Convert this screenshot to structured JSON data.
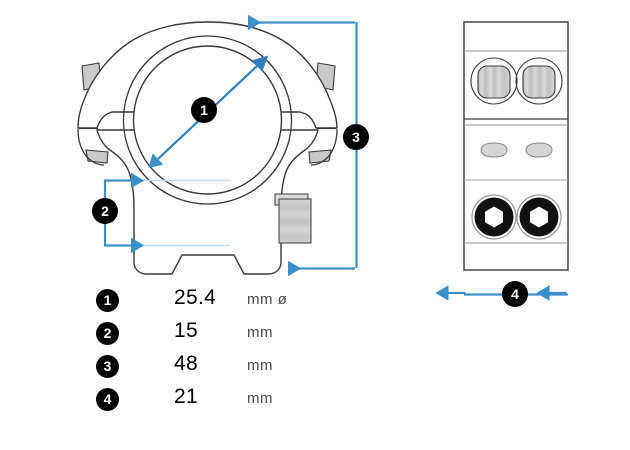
{
  "diagram": {
    "title": "Scope mount ring dimension drawing",
    "views": [
      {
        "name": "front-view",
        "label": "front view of scope ring mount"
      },
      {
        "name": "top-view",
        "label": "top view of scope ring mount base"
      }
    ],
    "callouts": [
      {
        "id": "1",
        "label": "1",
        "view": "front-view",
        "measures": "ring inner diameter"
      },
      {
        "id": "2",
        "label": "2",
        "view": "front-view",
        "measures": "base height"
      },
      {
        "id": "3",
        "label": "3",
        "view": "front-view",
        "measures": "total height"
      },
      {
        "id": "4",
        "label": "4",
        "view": "top-view",
        "measures": "base width"
      }
    ]
  },
  "legend": {
    "rows": [
      {
        "marker": "1",
        "value": "25.4",
        "unit": "mm ø"
      },
      {
        "marker": "2",
        "value": "15",
        "unit": "mm"
      },
      {
        "marker": "3",
        "value": "48",
        "unit": "mm"
      },
      {
        "marker": "4",
        "value": "21",
        "unit": "mm"
      }
    ]
  },
  "colors": {
    "dimension_blue": "#3a8fc8",
    "extension_blue": "#bcdcf0",
    "outline": "#3a3a3a",
    "metal_fill": "#c8c8c8",
    "badge": "#000000",
    "background": "#ffffff"
  }
}
